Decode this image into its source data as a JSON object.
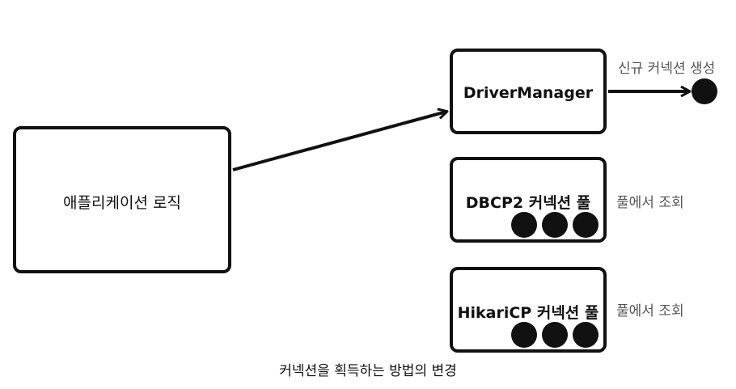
{
  "app_box": {
    "label": "애플리케이션 로직"
  },
  "driver_manager": {
    "label": "DriverManager",
    "note": "신규 커넥션 생성"
  },
  "dbcp2_pool": {
    "label": "DBCP2 커넥션 풀",
    "note": "풀에서 조회"
  },
  "hikari_pool": {
    "label": "HikariCP 커넥션 풀",
    "note": "풀에서 조회"
  },
  "caption": "커넥션을 획득하는 방법의 변경",
  "colors": {
    "stroke": "#111111",
    "note_text": "#555555"
  },
  "icons": {
    "connection": "filled-circle"
  }
}
